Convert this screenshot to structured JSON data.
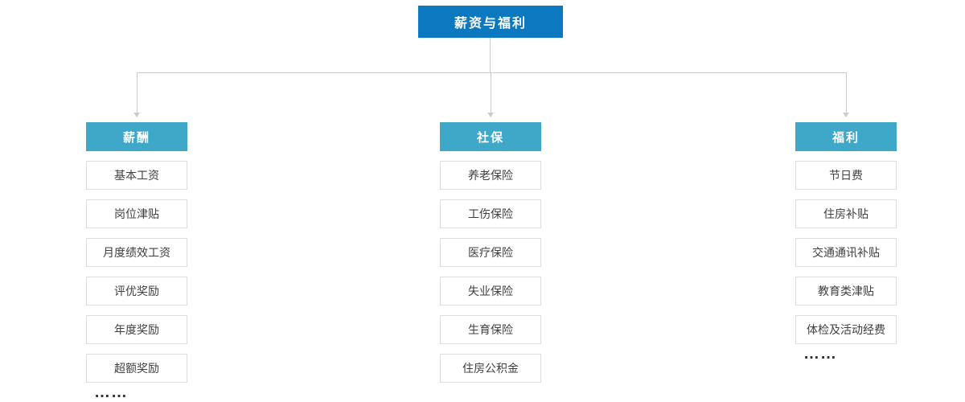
{
  "root": {
    "label": "薪资与福利"
  },
  "columns": [
    {
      "header": "薪酬",
      "items": [
        "基本工资",
        "岗位津贴",
        "月度绩效工资",
        "评优奖励",
        "年度奖励",
        "超额奖励"
      ],
      "ellipsis": "……"
    },
    {
      "header": "社保",
      "items": [
        "养老保险",
        "工伤保险",
        "医疗保险",
        "失业保险",
        "生育保险",
        "住房公积金"
      ],
      "ellipsis": ""
    },
    {
      "header": "福利",
      "items": [
        "节日费",
        "住房补贴",
        "交通通讯补贴",
        "教育类津贴",
        "体检及活动经费"
      ],
      "ellipsis": "……"
    }
  ],
  "colors": {
    "root_bg": "#0b78c0",
    "header_bg": "#3fa7c8",
    "line": "#cccccc",
    "item_border": "#dddddd",
    "item_text": "#404040"
  }
}
